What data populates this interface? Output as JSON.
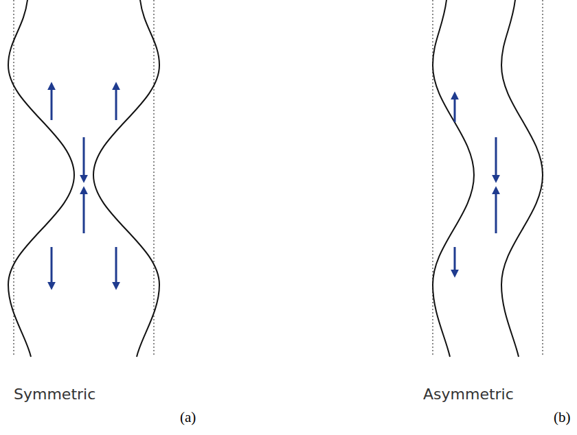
{
  "diagram": {
    "labels": [
      "Symmetric",
      "(a)",
      "Asymmetric",
      "(b)"
    ]
  }
}
